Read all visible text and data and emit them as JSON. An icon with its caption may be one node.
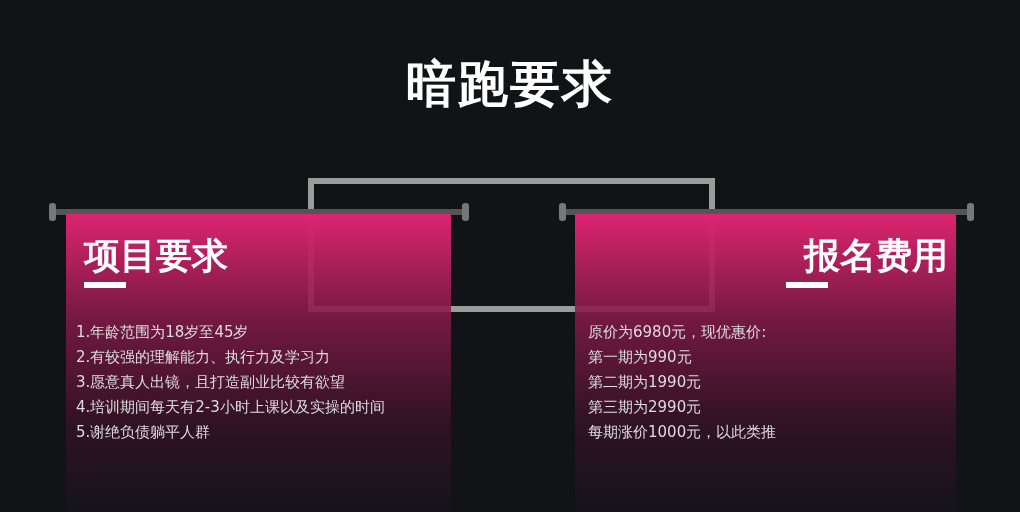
{
  "diagram": {
    "title": "暗跑要求",
    "nodes": [
      {
        "text": [
          "项目要求",
          "1.年龄范围为18岁至45岁",
          "2.有较强的理解能力、执行力及学习力",
          "3.愿意真人出镜，且打造副业比较有欲望",
          "4.培训期间每天有2-3小时上课以及实操的时间",
          "5.谢绝负债躺平人群"
        ]
      },
      {
        "text": [
          "报名费用",
          "原价为6980元，现优惠价:",
          "第一期为990元",
          "第二期为1990元",
          "第三期为2990元",
          "每期涨价1000元，以此类推"
        ]
      }
    ],
    "edges": []
  }
}
